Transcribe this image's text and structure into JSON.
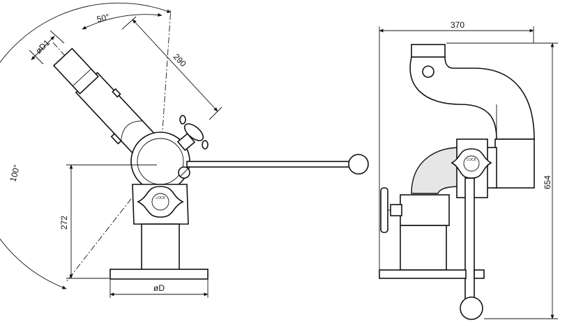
{
  "drawing": {
    "side_view": {
      "angle_top": "50°",
      "angle_arc": "100°",
      "diameter_inlet": "øD1",
      "length_barrel": "290",
      "height": "272",
      "diameter_base": "øD"
    },
    "front_view": {
      "width": "370",
      "height": "654"
    },
    "knob_text": "LOCK"
  },
  "colors": {
    "line": "#111111",
    "shade": "#e6e6e6",
    "background": "#ffffff"
  }
}
